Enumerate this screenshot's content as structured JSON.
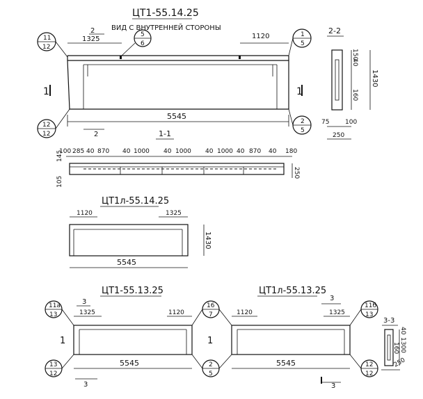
{
  "titles": {
    "main": "ЦТ1-55.14.25",
    "view_note": "ВИД С ВНУТРЕННЕЙ СТОРОНЫ",
    "mirror_14": "ЦТ1л-55.14.25",
    "panel_13": "ЦТ1-55.13.25",
    "panel_13_mirror": "ЦТ1л-55.13.25"
  },
  "sections": {
    "s22": "2-2",
    "s11": "1-1",
    "s33": "3-3",
    "mark_1": "1",
    "mark_2": "2",
    "mark_3": "3"
  },
  "callouts": {
    "c11_12": {
      "top": "11",
      "bottom": "12"
    },
    "c1_5": {
      "top": "1",
      "bottom": "5"
    },
    "c5_6": {
      "top": "5",
      "bottom": "6"
    },
    "c12_12": {
      "top": "12",
      "bottom": "12"
    },
    "c2_5": {
      "top": "2",
      "bottom": "5"
    },
    "c11a_13": {
      "top": "11а",
      "bottom": "13"
    },
    "c13_12": {
      "top": "13",
      "bottom": "12"
    },
    "c16_7": {
      "top": "16",
      "bottom": "7"
    },
    "c2_5b": {
      "top": "2",
      "bottom": "5"
    },
    "c11b_13": {
      "top": "11б",
      "bottom": "13"
    },
    "c12_12b": {
      "top": "12",
      "bottom": "12"
    }
  },
  "dims": {
    "length": "5545",
    "d1325": "1325",
    "d1120": "1120",
    "height14": "1430",
    "height13": "1300",
    "d150": "150",
    "d40": "40",
    "d160": "160",
    "d75": "75",
    "d100": "100",
    "d250": "250",
    "d145": "145",
    "d105": "105",
    "seq": [
      "100",
      "285",
      "40",
      "870",
      "40",
      "1000",
      "40",
      "1000",
      "40",
      "1000",
      "40",
      "870",
      "40",
      "180"
    ]
  }
}
